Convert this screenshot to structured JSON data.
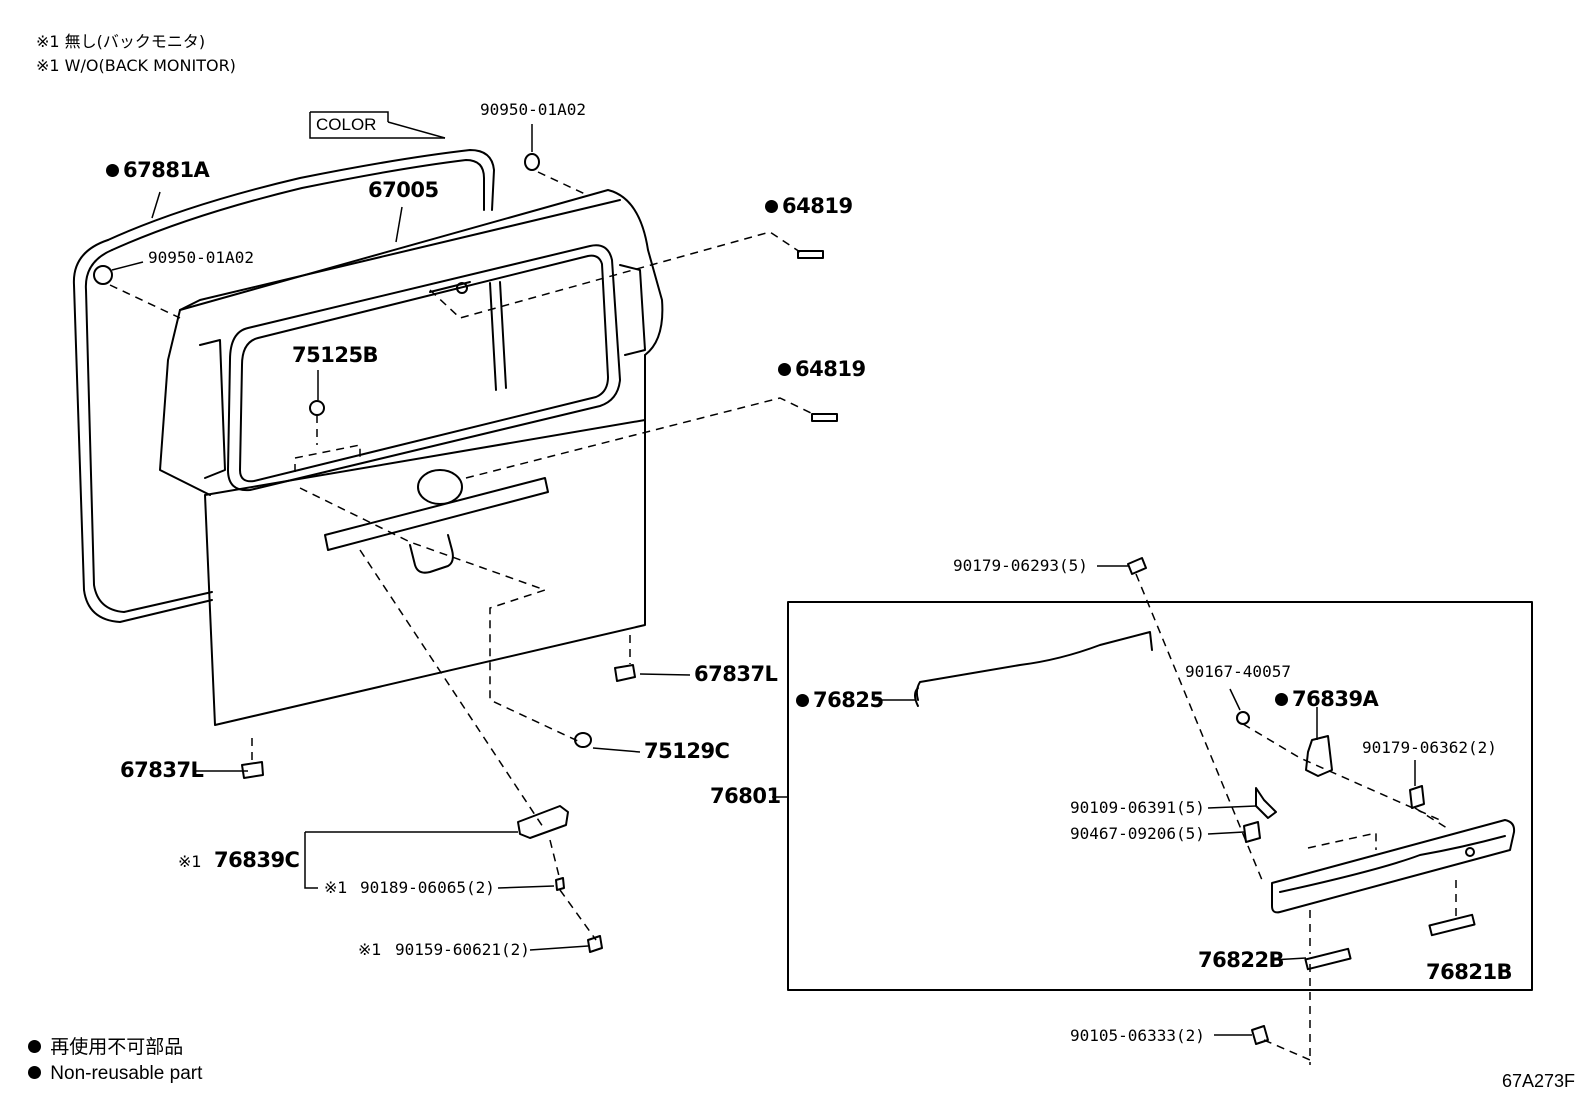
{
  "notes": {
    "line1": "※1 無し(バックモニタ)",
    "line2": "※1 W/O(BACK MONITOR)"
  },
  "color_tag": "COLOR",
  "parts": {
    "p67881A": "67881A",
    "p67005": "67005",
    "p90950_top": "90950-01A02",
    "p90950_left": "90950-01A02",
    "p64819_a": "64819",
    "p64819_b": "64819",
    "p75125B": "75125B",
    "p67837L_right": "67837L",
    "p67837L_left": "67837L",
    "p75129C": "75129C",
    "p76839C": "76839C",
    "p90189": "90189-06065(2)",
    "p90159": "90159-60621(2)",
    "p90179_06293": "90179-06293(5)",
    "p76825": "76825",
    "p90167": "90167-40057",
    "p76839A": "76839A",
    "p90179_06362": "90179-06362(2)",
    "p76801": "76801",
    "p90109": "90109-06391(5)",
    "p90467": "90467-09206(5)",
    "p76822B": "76822B",
    "p76821B": "76821B",
    "p90105": "90105-06333(2)"
  },
  "marks": {
    "ref1": "※1"
  },
  "legend": {
    "jp": "再使用不可部品",
    "en": "Non-reusable part"
  },
  "diagram_code": "67A273F"
}
